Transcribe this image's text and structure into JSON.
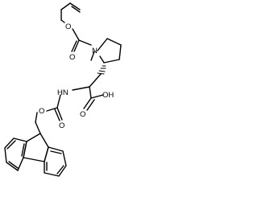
{
  "molecule": {
    "atom_labels": {
      "ring_oxygen": "O",
      "carbonyl_oxygen_top": "O",
      "pyrrolidine_nitrogen": "N",
      "amide_nitrogen": "HN",
      "carbamate_ether_oxygen": "O",
      "carbamate_carbonyl_oxygen": "O",
      "acid_carbonyl_oxygen": "O",
      "acid_hydroxyl": "OH"
    }
  }
}
